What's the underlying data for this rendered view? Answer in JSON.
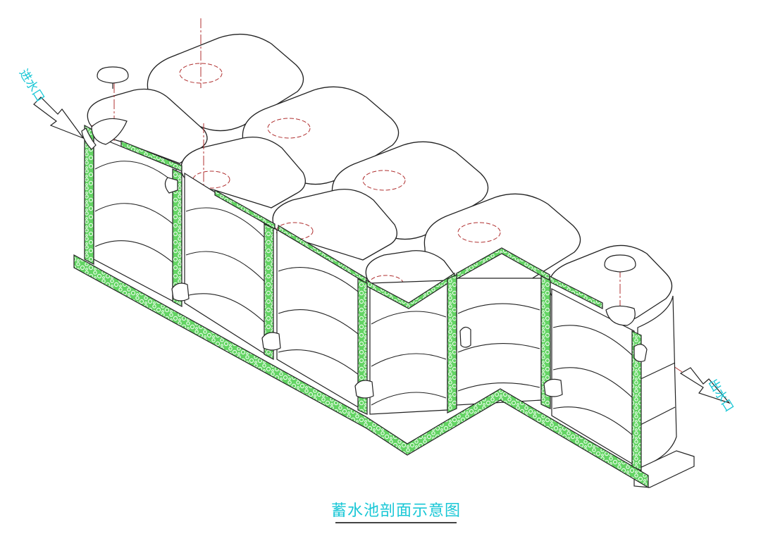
{
  "labels": {
    "inlet": "进水口",
    "outlet": "出水口",
    "title": "蓄水池剖面示意图"
  },
  "colors": {
    "wall_fill": "#63d463",
    "wall_pattern": "#e9fbe9",
    "outline": "#222222",
    "centerline": "#b03030",
    "label": "#19c7d6"
  }
}
